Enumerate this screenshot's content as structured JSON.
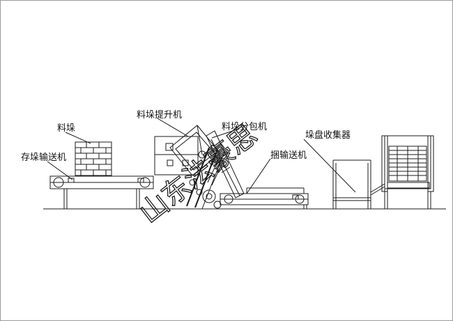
{
  "labels": {
    "material_stack": "料垛",
    "storage_conveyor": "存垛输送机",
    "stack_lifter": "料垛提升机",
    "stack_splitter": "料垛分包机",
    "bundle_conveyor": "捆输送机",
    "tray_collector": "垛盘收集器"
  },
  "watermark": "山东法豪思",
  "colors": {
    "line": "#1a1a1a",
    "background": "#ffffff",
    "border": "#9a9a9a"
  }
}
